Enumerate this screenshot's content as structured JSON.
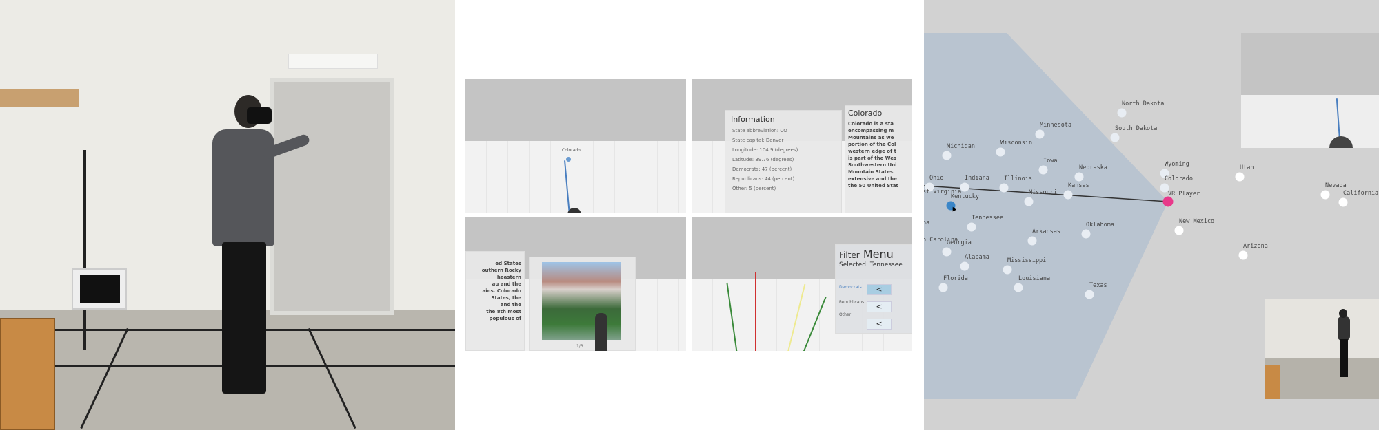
{
  "vr_views": {
    "top_left": {
      "state_label": "Colorado"
    },
    "info_panel": {
      "title": "Information",
      "lines": [
        "State abbreviation: CO",
        "State capital: Denver",
        "Longitude: 104.9 (degrees)",
        "Latitude: 39.76 (degrees)",
        "Democrats: 47 (percent)",
        "Republicans: 44 (percent)",
        "Other: 5 (percent)"
      ]
    },
    "description_panel": {
      "title": "Colorado",
      "text": [
        "Colorado is a sta",
        "encompassing m",
        "Mountains as we",
        "portion of the Col",
        "western edge of t",
        "is part of the Wes",
        "Southwestern Uni",
        "Mountain States.",
        "extensive and the",
        "the 50 United Stat"
      ]
    },
    "image_view": {
      "text_fragments": [
        "ed States",
        "outhern Rocky",
        "heastern",
        "au and the",
        "ains. Colorado",
        "States, the",
        "and the",
        "the 8th most",
        "populous of"
      ],
      "page_indicator": "1/3"
    },
    "filter_menu": {
      "title_prefix": "Filter",
      "title_main": "Menu",
      "selected": "Selected: Tennessee",
      "rows": [
        {
          "label": "Democrats",
          "button": "<",
          "active": true
        },
        {
          "label": "Republicans",
          "button": "<",
          "active": false
        },
        {
          "label": "Other",
          "button": "<",
          "active": false
        }
      ]
    }
  },
  "map": {
    "colors": {
      "background": "#d2d2d2",
      "view_cone": "#b9c4d0",
      "player": "#e8398a",
      "selected": "#3a86c8",
      "state": "#ffffff"
    },
    "player_label": "VR Player",
    "selected_state": "Kentucky",
    "states": [
      {
        "name": "North Dakota"
      },
      {
        "name": "South Dakota"
      },
      {
        "name": "Minnesota"
      },
      {
        "name": "Wisconsin"
      },
      {
        "name": "Michigan"
      },
      {
        "name": "Iowa"
      },
      {
        "name": "Nebraska"
      },
      {
        "name": "Ohio"
      },
      {
        "name": "Indiana"
      },
      {
        "name": "Illinois"
      },
      {
        "name": "Kansas"
      },
      {
        "name": "Missouri"
      },
      {
        "name": "Kentucky"
      },
      {
        "name": "Tennessee"
      },
      {
        "name": "Oklahoma"
      },
      {
        "name": "Arkansas"
      },
      {
        "name": "Georgia"
      },
      {
        "name": "Alabama"
      },
      {
        "name": "Mississippi"
      },
      {
        "name": "Florida"
      },
      {
        "name": "Louisiana"
      },
      {
        "name": "Texas"
      },
      {
        "name": "Wyoming"
      },
      {
        "name": "Colorado"
      },
      {
        "name": "Utah"
      },
      {
        "name": "New Mexico"
      },
      {
        "name": "Arizona"
      },
      {
        "name": "Nevada"
      },
      {
        "name": "California"
      },
      {
        "name": "st Virginia"
      },
      {
        "name": "na"
      },
      {
        "name": "h Carolina"
      }
    ]
  }
}
